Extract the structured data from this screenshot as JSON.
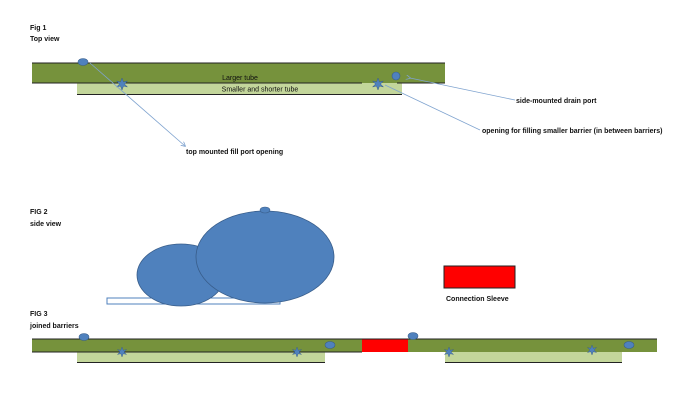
{
  "fig1": {
    "title": "Fig 1",
    "subtitle": "Top view",
    "larger_tube": "Larger tube",
    "smaller_tube": "Smaller and shorter tube",
    "fill_port": "top mounted fill port opening",
    "drain_port": "side-mounted drain port",
    "filling_opening": "opening for filling smaller barrier (in between barriers)"
  },
  "fig2": {
    "title": "FIG 2",
    "subtitle": "side view",
    "sleeve_label": "Connection Sleeve"
  },
  "fig3": {
    "title": "FIG 3",
    "subtitle": "joined barriers"
  },
  "colors": {
    "large_tube": "#76923c",
    "small_tube": "#c3d69b",
    "port": "#4f81bd",
    "sleeve": "#ff0000"
  }
}
